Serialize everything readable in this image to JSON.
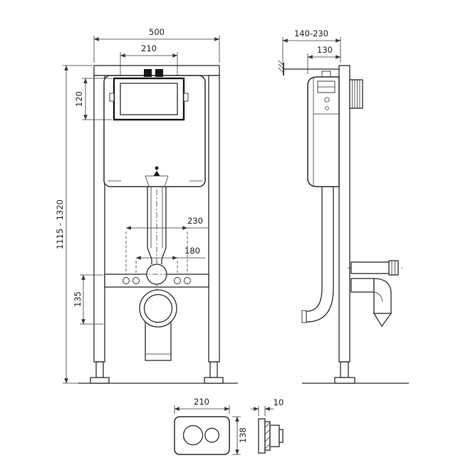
{
  "theme": {
    "background": "#ffffff",
    "line_color": "#2d2d2d",
    "dim_color": "#3a3a3a",
    "ink": "#161616"
  },
  "views": {
    "front": {
      "dims": {
        "overall_width": "500",
        "access_panel_width": "210",
        "access_panel_height": "120",
        "frame_height_range": "1115 - 1320",
        "fixing_spacing_wide": "230",
        "fixing_spacing_narrow": "180",
        "outlet_section_height": "135"
      }
    },
    "side": {
      "dims": {
        "depth_range": "140-230",
        "frame_depth": "130"
      }
    },
    "flush_plate": {
      "dims": {
        "plate_width": "210",
        "plate_height": "138",
        "plate_thickness": "10"
      }
    }
  }
}
